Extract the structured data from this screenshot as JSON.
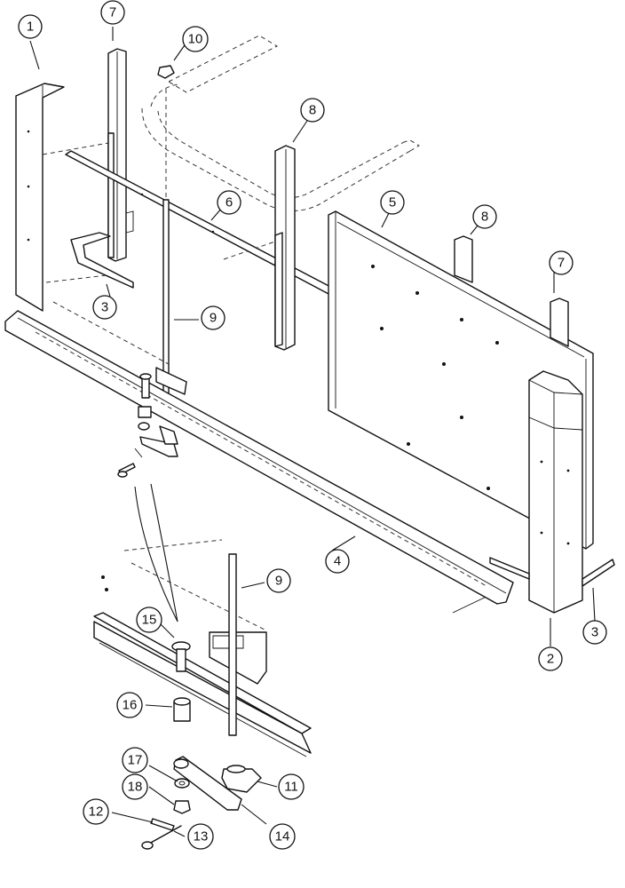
{
  "callouts": [
    {
      "id": "c1",
      "label": "1"
    },
    {
      "id": "c7a",
      "label": "7"
    },
    {
      "id": "c10",
      "label": "10"
    },
    {
      "id": "c8a",
      "label": "8"
    },
    {
      "id": "c6",
      "label": "6"
    },
    {
      "id": "c5",
      "label": "5"
    },
    {
      "id": "c8b",
      "label": "8"
    },
    {
      "id": "c7b",
      "label": "7"
    },
    {
      "id": "c3a",
      "label": "3"
    },
    {
      "id": "c9a",
      "label": "9"
    },
    {
      "id": "c4",
      "label": "4"
    },
    {
      "id": "c9b",
      "label": "9"
    },
    {
      "id": "c15",
      "label": "15"
    },
    {
      "id": "c2",
      "label": "2"
    },
    {
      "id": "c3b",
      "label": "3"
    },
    {
      "id": "c16",
      "label": "16"
    },
    {
      "id": "c17",
      "label": "17"
    },
    {
      "id": "c11",
      "label": "11"
    },
    {
      "id": "c18",
      "label": "18"
    },
    {
      "id": "c12",
      "label": "12"
    },
    {
      "id": "c14",
      "label": "14"
    },
    {
      "id": "c13",
      "label": "13"
    }
  ]
}
